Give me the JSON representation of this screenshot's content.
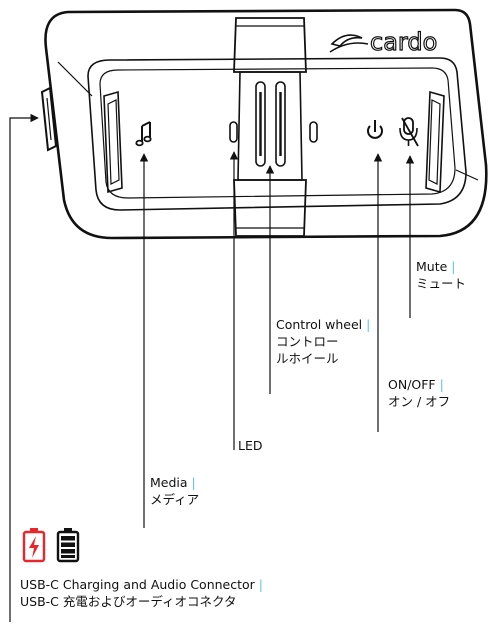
{
  "brand": {
    "logo_text": "cardo"
  },
  "callouts": {
    "mute": {
      "en": "Mute",
      "ja": "ミュート"
    },
    "control_wheel": {
      "en": "Control wheel",
      "ja_line1": "コントロー",
      "ja_line2": "ルホイール"
    },
    "on_off": {
      "en": "ON/OFF",
      "ja": "オン / オフ"
    },
    "led": {
      "en": "LED"
    },
    "media": {
      "en": "Media",
      "ja": "メディア"
    },
    "usb": {
      "en": "USB-C Charging and Audio Connector",
      "ja": "USB-C 充電およびオーディオコネクタ"
    }
  },
  "separator": "|",
  "icons": [
    "music-note-icon",
    "power-icon",
    "mute-icon",
    "charging-battery-icon",
    "full-battery-icon"
  ],
  "colors": {
    "accent_bar": "#5bc6e8",
    "charging_red": "#e8272d",
    "outline": "#111111"
  }
}
